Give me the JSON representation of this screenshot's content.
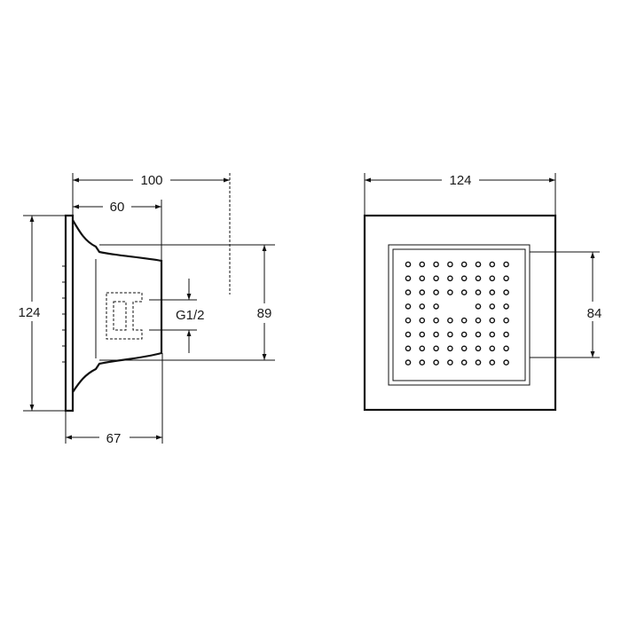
{
  "side_view": {
    "dim_total_depth": "100",
    "dim_body_depth": "60",
    "dim_height": "124",
    "dim_port_spacing": "89",
    "dim_bottom_depth": "67",
    "thread_label": "G1/2"
  },
  "front_view": {
    "dim_width": "124",
    "dim_spray_height": "84",
    "nozzle_grid": {
      "rows": 8,
      "cols": 8,
      "missing": [
        [
          3,
          3
        ],
        [
          3,
          4
        ]
      ]
    }
  }
}
